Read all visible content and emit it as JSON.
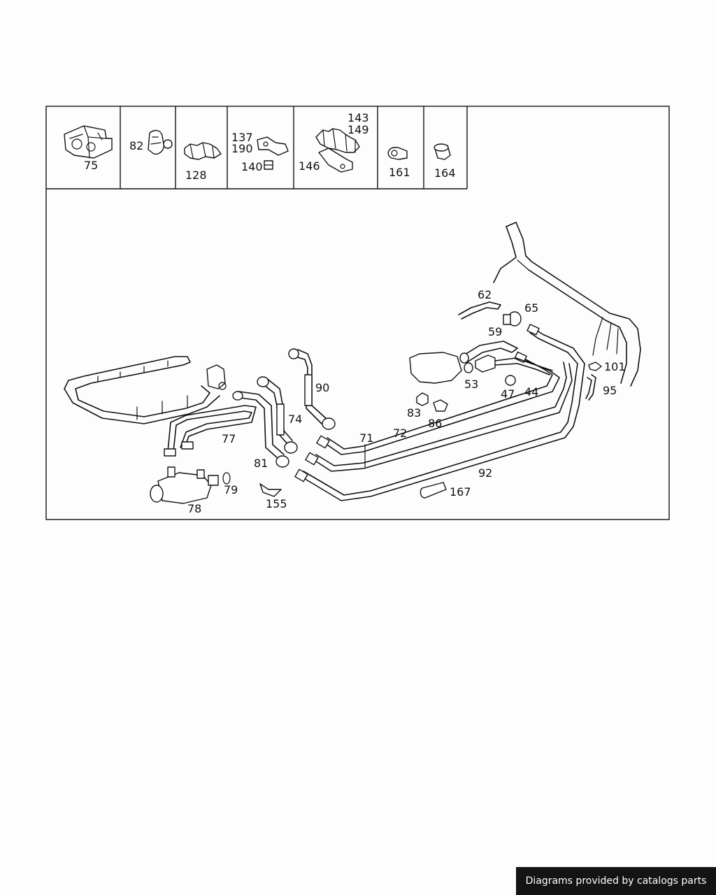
{
  "diagram": {
    "inset_labels": {
      "p75": "75",
      "p82": "82",
      "p128": "128",
      "p137": "137",
      "p190": "190",
      "p140": "140",
      "p143": "143",
      "p149": "149",
      "p146": "146",
      "p161": "161",
      "p164": "164"
    },
    "part_labels": {
      "p62": "62",
      "p65": "65",
      "p59": "59",
      "p101": "101",
      "p95": "95",
      "p53": "53",
      "p47": "47",
      "p44": "44",
      "p90": "90",
      "p74": "74",
      "p83": "83",
      "p86": "86",
      "p72": "72",
      "p71": "71",
      "p77": "77",
      "p81": "81",
      "p92": "92",
      "p79": "79",
      "p78": "78",
      "p155": "155",
      "p167": "167"
    }
  },
  "footer": {
    "credit": "Diagrams provided by catalogs parts"
  }
}
